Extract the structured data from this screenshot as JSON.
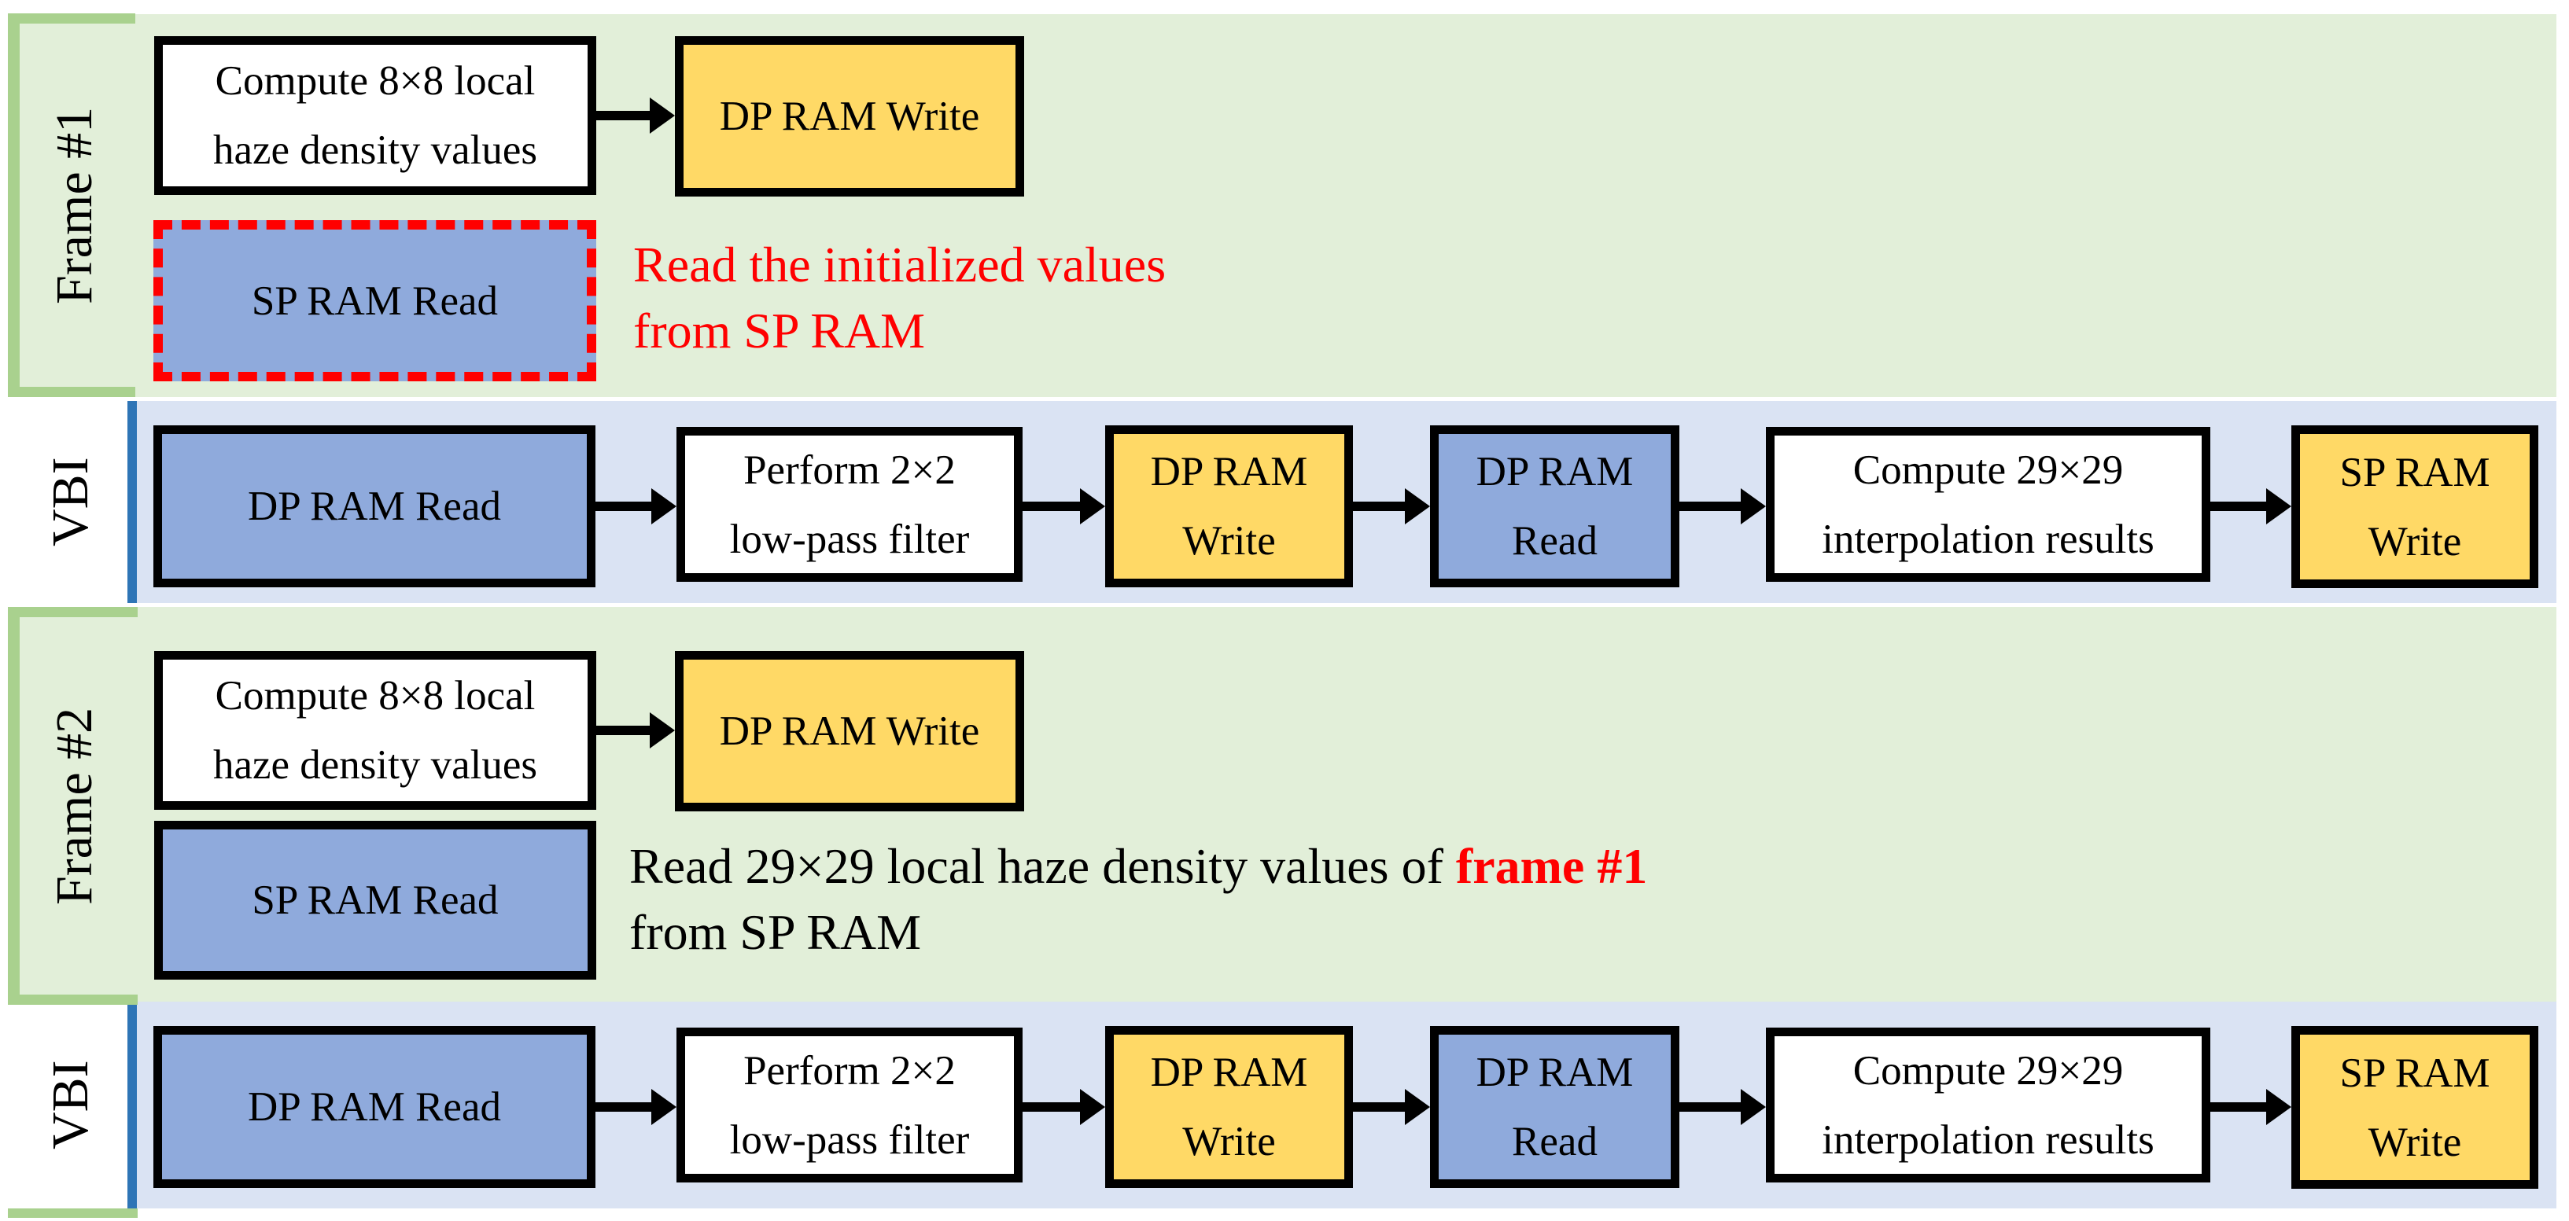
{
  "colors": {
    "frame_band_bg": "#E2EFD9",
    "frame_bracket_green": "#A9D18E",
    "vbi_band_bg": "#DAE3F3",
    "vbi_bracket_blue": "#2E75B6",
    "ram_read_box_blue": "#8FAADC",
    "ram_write_box_yellow": "#FFD966",
    "process_box_white": "#FFFFFF",
    "box_border": "#000000",
    "highlight_red": "#FF0000"
  },
  "lanes": {
    "frame1": {
      "label": "Frame #1",
      "compute_box": {
        "line1": "Compute 8×8 local",
        "line2": "haze density values"
      },
      "dp_ram_write_box": "DP RAM Write",
      "sp_ram_read_box": "SP RAM Read",
      "note": {
        "line1": "Read the initialized values",
        "line2": "from SP RAM"
      }
    },
    "vbi1": {
      "label": "VBI",
      "dp_ram_read_box": "DP RAM Read",
      "filter_box": {
        "line1": "Perform 2×2",
        "line2": "low-pass filter"
      },
      "dp_ram_write_box": {
        "line1": "DP RAM",
        "line2": "Write"
      },
      "dp_ram_read2_box": {
        "line1": "DP RAM",
        "line2": "Read"
      },
      "interp_box": {
        "line1": "Compute 29×29",
        "line2": "interpolation results"
      },
      "sp_ram_write_box": {
        "line1": "SP RAM",
        "line2": "Write"
      }
    },
    "frame2": {
      "label": "Frame #2",
      "compute_box": {
        "line1": "Compute 8×8 local",
        "line2": "haze density values"
      },
      "dp_ram_write_box": "DP RAM Write",
      "sp_ram_read_box": "SP RAM Read",
      "note": {
        "line1_prefix": "Read 29×29 local haze density values of ",
        "line1_highlight": "frame #1",
        "line2": "from SP RAM"
      }
    },
    "vbi2": {
      "label": "VBI",
      "dp_ram_read_box": "DP RAM Read",
      "filter_box": {
        "line1": "Perform 2×2",
        "line2": "low-pass filter"
      },
      "dp_ram_write_box": {
        "line1": "DP RAM",
        "line2": "Write"
      },
      "dp_ram_read2_box": {
        "line1": "DP RAM",
        "line2": "Read"
      },
      "interp_box": {
        "line1": "Compute 29×29",
        "line2": "interpolation results"
      },
      "sp_ram_write_box": {
        "line1": "SP RAM",
        "line2": "Write"
      }
    }
  }
}
